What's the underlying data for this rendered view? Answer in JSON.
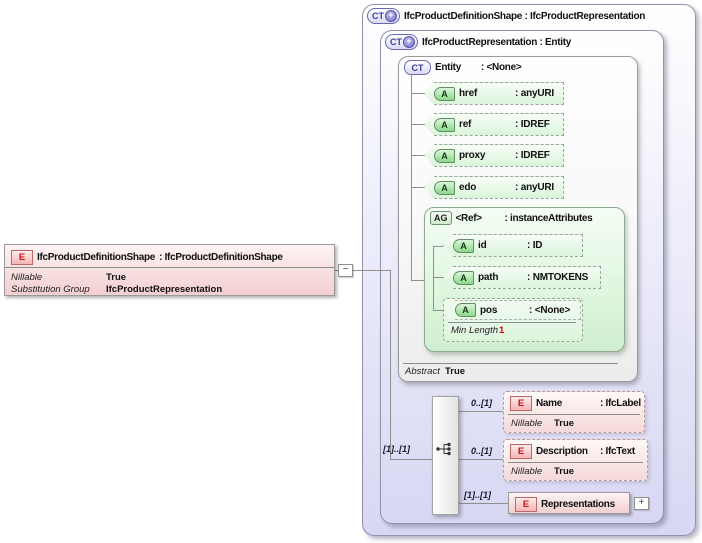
{
  "colors": {
    "complextype_lavender": "#d7d7f3",
    "attribute_green": "#8cd88c",
    "element_pink": "#f3b6b6",
    "constraint_value_red": "#dd0000"
  },
  "element": {
    "badge": "E",
    "name": "IfcProductDefinitionShape",
    "type": ": IfcProductDefinitionShape",
    "facts": [
      {
        "label": "Nillable",
        "value": "True"
      },
      {
        "label": "Substitution Group",
        "value": "IfcProductRepresentation"
      }
    ]
  },
  "collapse_toggle": "−",
  "outer": {
    "badge": "CT",
    "plus": "+",
    "title": "IfcProductDefinitionShape : IfcProductRepresentation"
  },
  "inner": {
    "badge": "CT",
    "plus": "+",
    "title": "IfcProductRepresentation : Entity"
  },
  "entity": {
    "badge": "CT",
    "name": "Entity",
    "type": ": <None>",
    "attributes": [
      {
        "badge": "A",
        "name": "href",
        "type": ": anyURI"
      },
      {
        "badge": "A",
        "name": "ref",
        "type": ": IDREF"
      },
      {
        "badge": "A",
        "name": "proxy",
        "type": ": IDREF"
      },
      {
        "badge": "A",
        "name": "edo",
        "type": ": anyURI"
      }
    ],
    "group": {
      "badge": "AG",
      "name": "<Ref>",
      "type": ": instanceAttributes",
      "attributes": [
        {
          "badge": "A",
          "name": "id",
          "type": ": ID"
        },
        {
          "badge": "A",
          "name": "path",
          "type": ": NMTOKENS"
        },
        {
          "badge": "A",
          "name": "pos",
          "type": ": <None>"
        }
      ],
      "pos_fact": {
        "label": "Min Length",
        "value": "1"
      }
    },
    "fact": {
      "label": "Abstract",
      "value": "True"
    }
  },
  "sequence": {
    "incoming_cardinality": "[1]..[1]",
    "children": [
      {
        "badge": "E",
        "cardinality": "0..[1]",
        "name": "Name",
        "type": ": IfcLabel",
        "fact_label": "Nillable",
        "fact_value": "True"
      },
      {
        "badge": "E",
        "cardinality": "0..[1]",
        "name": "Description",
        "type": ": IfcText",
        "fact_label": "Nillable",
        "fact_value": "True"
      },
      {
        "badge": "E",
        "cardinality": "[1]..[1]",
        "name": "Representations",
        "type": ""
      }
    ],
    "expand_toggle": "+"
  }
}
